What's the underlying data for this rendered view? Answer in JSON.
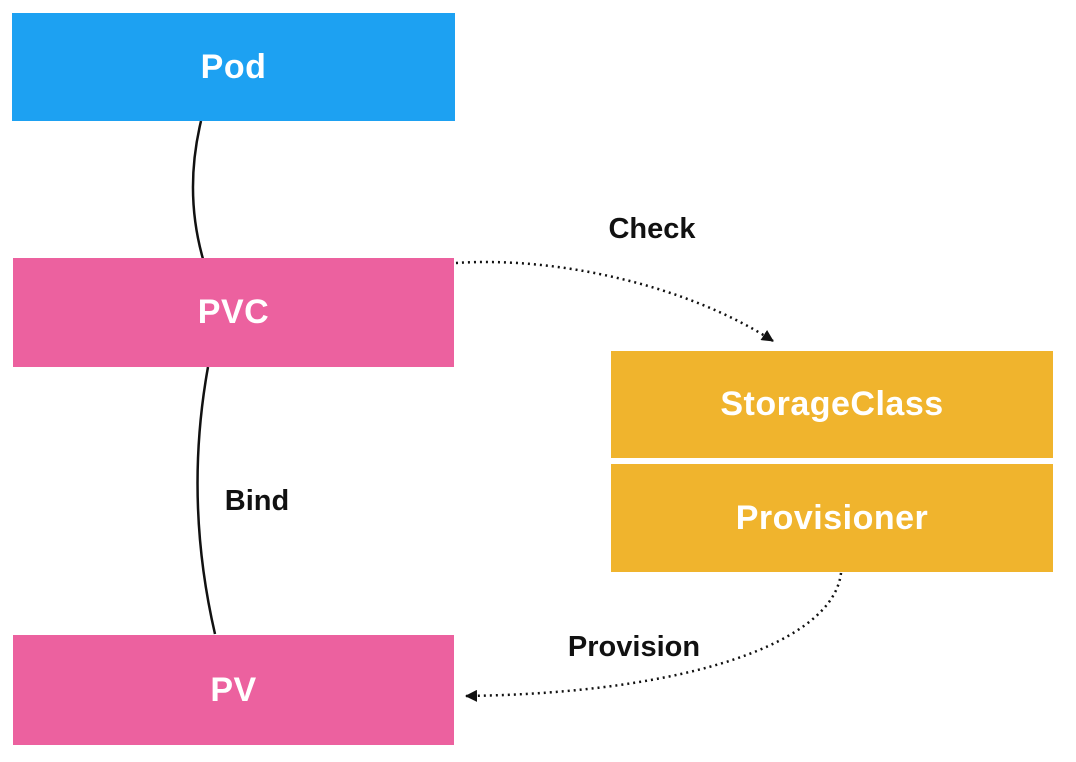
{
  "diagram": {
    "nodes": [
      {
        "id": "pod",
        "label": "Pod",
        "color": "#1da1f2",
        "text_color": "#ffffff"
      },
      {
        "id": "pvc",
        "label": "PVC",
        "color": "#ec619f",
        "text_color": "#ffffff"
      },
      {
        "id": "storageclass",
        "label": "StorageClass",
        "color": "#f0b42d",
        "text_color": "#ffffff"
      },
      {
        "id": "provisioner",
        "label": "Provisioner",
        "color": "#f0b42d",
        "text_color": "#ffffff"
      },
      {
        "id": "pv",
        "label": "PV",
        "color": "#ec619f",
        "text_color": "#ffffff"
      }
    ],
    "edges": [
      {
        "from": "pod",
        "to": "pvc",
        "label": "",
        "style": "solid",
        "arrow": "none"
      },
      {
        "from": "pvc",
        "to": "storageclass",
        "label": "Check",
        "style": "dotted",
        "arrow": "to"
      },
      {
        "from": "pvc",
        "to": "pv",
        "label": "Bind",
        "style": "solid",
        "arrow": "none"
      },
      {
        "from": "provisioner",
        "to": "pv",
        "label": "Provision",
        "style": "dotted",
        "arrow": "to"
      }
    ],
    "colors": {
      "background": "#ffffff",
      "line": "#000000",
      "node_blue": "#1da1f2",
      "node_pink": "#ec619f",
      "node_orange": "#f0b42d",
      "label_text": "#111111"
    }
  }
}
